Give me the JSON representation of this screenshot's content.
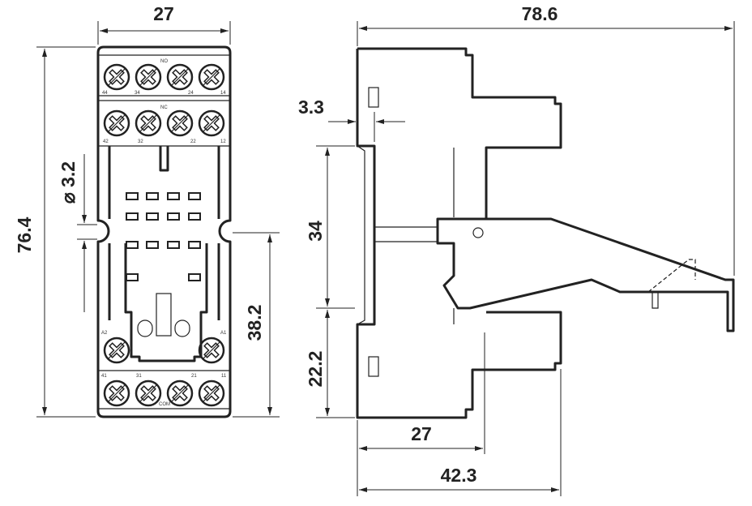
{
  "dimensions": {
    "front_width": "27",
    "front_height": "76.4",
    "hole_diameter": "⌀ 3.2",
    "lower_height": "38.2",
    "side_width": "78.6",
    "rail_offset": "3.3",
    "rail_height": "34",
    "lower_offset": "22.2",
    "side_base_27": "27",
    "side_base_42": "42.3"
  },
  "terminal_labels": {
    "no": "NO",
    "nc": "NC",
    "com": "COM",
    "row1": [
      "44",
      "34",
      "24",
      "14"
    ],
    "row2": [
      "42",
      "32",
      "22",
      "12"
    ],
    "coil": [
      "A2",
      "A1"
    ],
    "row4": [
      "41",
      "31",
      "21",
      "11"
    ]
  },
  "colors": {
    "line": "#222222",
    "background": "#ffffff"
  }
}
